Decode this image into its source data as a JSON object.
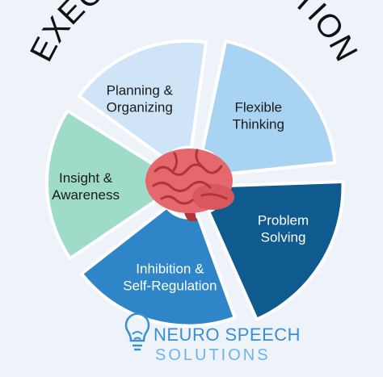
{
  "title": "EXECUTIVE FUNCTION",
  "colors": {
    "background": "#eef3fa",
    "title": "#111111",
    "logo": "#3a8fd1",
    "logo_secondary": "#6fb3e6"
  },
  "segments": [
    {
      "key": "flexible",
      "lines": [
        "Flexible",
        "Thinking"
      ],
      "color": "#a9d3f2",
      "text_color": "#1b1b1b"
    },
    {
      "key": "problem",
      "lines": [
        "Problem",
        "Solving"
      ],
      "color": "#0f5a8f",
      "text_color": "#ffffff"
    },
    {
      "key": "inhibition",
      "lines": [
        "Inhibition &",
        "Self-Regulation"
      ],
      "color": "#2e86c8",
      "text_color": "#ffffff"
    },
    {
      "key": "insight",
      "lines": [
        "Insight &",
        "Awareness"
      ],
      "color": "#9edbc9",
      "text_color": "#1b1b1b"
    },
    {
      "key": "planning",
      "lines": [
        "Planning &",
        "Organizing"
      ],
      "color": "#cfe4f6",
      "text_color": "#1b1b1b"
    }
  ],
  "center_icon": "brain-icon",
  "logo": {
    "icon": "brain-bulb-icon",
    "line1": "NEURO SPEECH",
    "line2": "SOLUTIONS"
  }
}
